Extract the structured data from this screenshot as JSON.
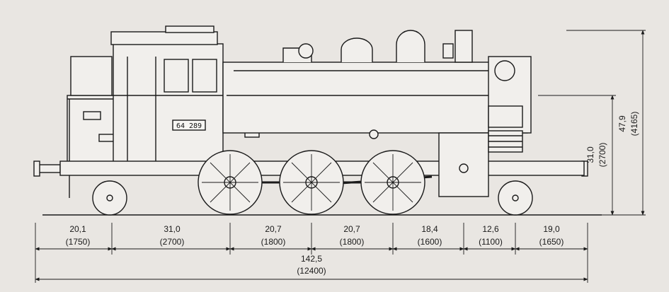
{
  "locomotive": {
    "number_plate": "64 289"
  },
  "horizontal_dimensions": [
    {
      "scale": "20,1",
      "mm": "(1750)"
    },
    {
      "scale": "31,0",
      "mm": "(2700)"
    },
    {
      "scale": "20,7",
      "mm": "(1800)"
    },
    {
      "scale": "20,7",
      "mm": "(1800)"
    },
    {
      "scale": "18,4",
      "mm": "(1600)"
    },
    {
      "scale": "12,6",
      "mm": "(1100)"
    },
    {
      "scale": "19,0",
      "mm": "(1650)"
    }
  ],
  "overall_length": {
    "scale": "142,5",
    "mm": "(12400)"
  },
  "vertical_dimensions": [
    {
      "scale": "31,0",
      "mm": "(2700)"
    },
    {
      "scale": "47,9",
      "mm": "(4165)"
    }
  ],
  "colors": {
    "background": "#e9e6e2",
    "ink": "#1a1a1a",
    "body": "#f1efec"
  }
}
